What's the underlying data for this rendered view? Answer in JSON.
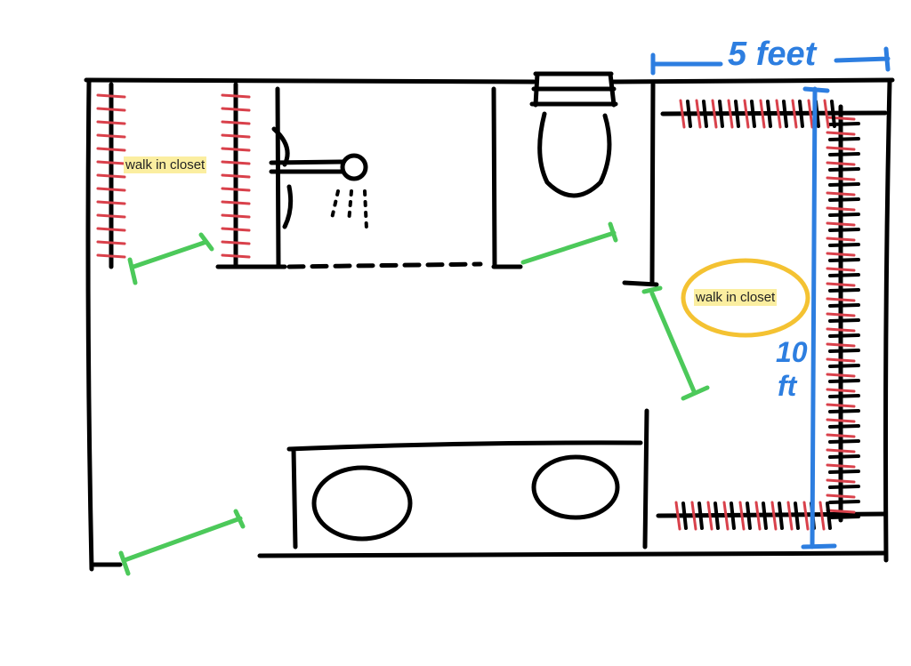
{
  "labels": {
    "left_closet": "walk in closet",
    "right_closet": "walk in closet",
    "width_dimension": "5 feet",
    "height_dimension_line1": "10",
    "height_dimension_line2": "ft"
  },
  "colors": {
    "wall": "#000000",
    "hatch_red": "#d9414b",
    "door_green": "#4cc95a",
    "dimension_blue": "#2d7ee0",
    "highlight_circle": "#f4c232",
    "label_highlight": "#fbeea0"
  }
}
